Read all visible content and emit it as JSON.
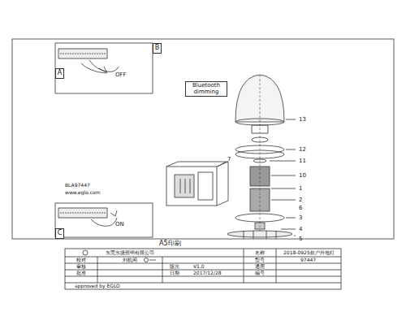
{
  "diagram": {
    "nodes": [
      {
        "text": [
          "B"
        ]
      },
      {
        "text": [
          "A"
        ]
      },
      {
        "text": [
          "C"
        ]
      },
      {
        "text": [
          "Bluetooth dimming"
        ]
      }
    ],
    "labels": [
      "OFF",
      "ON",
      "BLA97447",
      "www.eglo.com",
      "13",
      "12",
      "11",
      "10",
      "1",
      "2",
      "3",
      "4",
      "5",
      "6",
      "7",
      "A5印刷",
      "东莞东捷照明有限公司",
      "名称",
      "2018-0925款户外地灯",
      "校对",
      "刘机闲",
      "型号",
      "97447",
      "审核",
      "版次",
      "V1.0",
      "通用",
      "批准",
      "日期",
      "2017/12/28",
      "编号",
      "approved by EGLO"
    ]
  }
}
